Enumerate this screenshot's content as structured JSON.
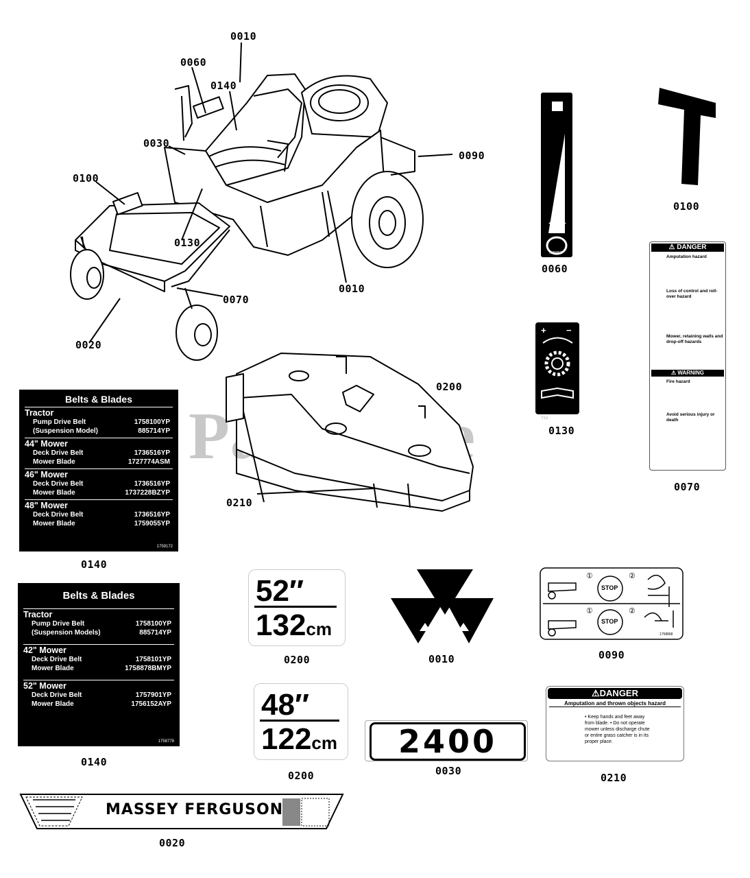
{
  "watermark": "PartsTree",
  "trademark": "™",
  "callouts": {
    "c0010_top": "0010",
    "c0060": "0060",
    "c0140": "0140",
    "c0030": "0030",
    "c0090": "0090",
    "c0100": "0100",
    "c0130": "0130",
    "c0010_bot": "0010",
    "c0070": "0070",
    "c0020": "0020",
    "c0200": "0200",
    "c0210": "0210"
  },
  "captions": {
    "speed_decal": "0060",
    "throttle_decal": "0100",
    "choke_decal": "0130",
    "danger_decal": "0070",
    "belts1": "0140",
    "belts2": "0140",
    "size52": "0200",
    "logo": "0010",
    "stop_decal": "0090",
    "size48": "0200",
    "model": "0030",
    "danger_small": "0210",
    "banner": "0020"
  },
  "belts1": {
    "title": "Belts & Blades",
    "sections": [
      {
        "name": "Tractor",
        "rows": [
          [
            "Pump Drive Belt",
            "1758100YP"
          ],
          [
            "(Suspension Model)",
            "885714YP"
          ]
        ]
      },
      {
        "name": "44\" Mower",
        "rows": [
          [
            "Deck Drive Belt",
            "1736516YP"
          ],
          [
            "Mower Blade",
            "1727774ASM"
          ]
        ]
      },
      {
        "name": "46\" Mower",
        "rows": [
          [
            "Deck Drive Belt",
            "1736516YP"
          ],
          [
            "Mower Blade",
            "1737228BZYP"
          ]
        ]
      },
      {
        "name": "48\" Mower",
        "rows": [
          [
            "Deck Drive Belt",
            "1736516YP"
          ],
          [
            "Mower Blade",
            "1759055YP"
          ]
        ]
      }
    ],
    "code": "1759172"
  },
  "belts2": {
    "title": "Belts & Blades",
    "sections": [
      {
        "name": "Tractor",
        "rows": [
          [
            "Pump Drive Belt",
            "1758100YP"
          ],
          [
            "(Suspension Models)",
            "885714YP"
          ]
        ]
      },
      {
        "name": "42\" Mower",
        "rows": [
          [
            "Deck Drive Belt",
            "1758101YP"
          ],
          [
            "Mower Blade",
            "1758878BMYP"
          ]
        ]
      },
      {
        "name": "52\" Mower",
        "rows": [
          [
            "Deck Drive Belt",
            "1757901YP"
          ],
          [
            "Mower Blade",
            "1756152AYP"
          ]
        ]
      }
    ],
    "code": "1758778"
  },
  "size52": {
    "inch": "52″",
    "cm_num": "132",
    "cm_unit": "cm"
  },
  "size48": {
    "inch": "48″",
    "cm_num": "122",
    "cm_unit": "cm"
  },
  "model": {
    "number": "2400"
  },
  "danger_small": {
    "header": "⚠DANGER",
    "sub": "Amputation and thrown objects hazard",
    "lines": "• Keep hands and feet away from blade. • Do not operate mower unless discharge chute or entire grass catcher is in its proper place."
  },
  "danger_big": {
    "header": "⚠ DANGER",
    "s1": "Amputation hazard",
    "s2": "Loss of control and roll-over hazard",
    "s3": "Mower, retaining walls and drop-off hazards",
    "warn": "⚠ WARNING",
    "s4": "Fire hazard",
    "s5": "Avoid serious injury or death"
  },
  "banner": {
    "name": "MASSEY FERGUSON"
  },
  "speed_decal": {
    "code": "7105863"
  },
  "choke_decal": {
    "plus": "+",
    "minus": "−"
  },
  "stop_decal": {
    "n1": "①",
    "n2": "②",
    "stop": "STOP",
    "code": "1758868"
  }
}
